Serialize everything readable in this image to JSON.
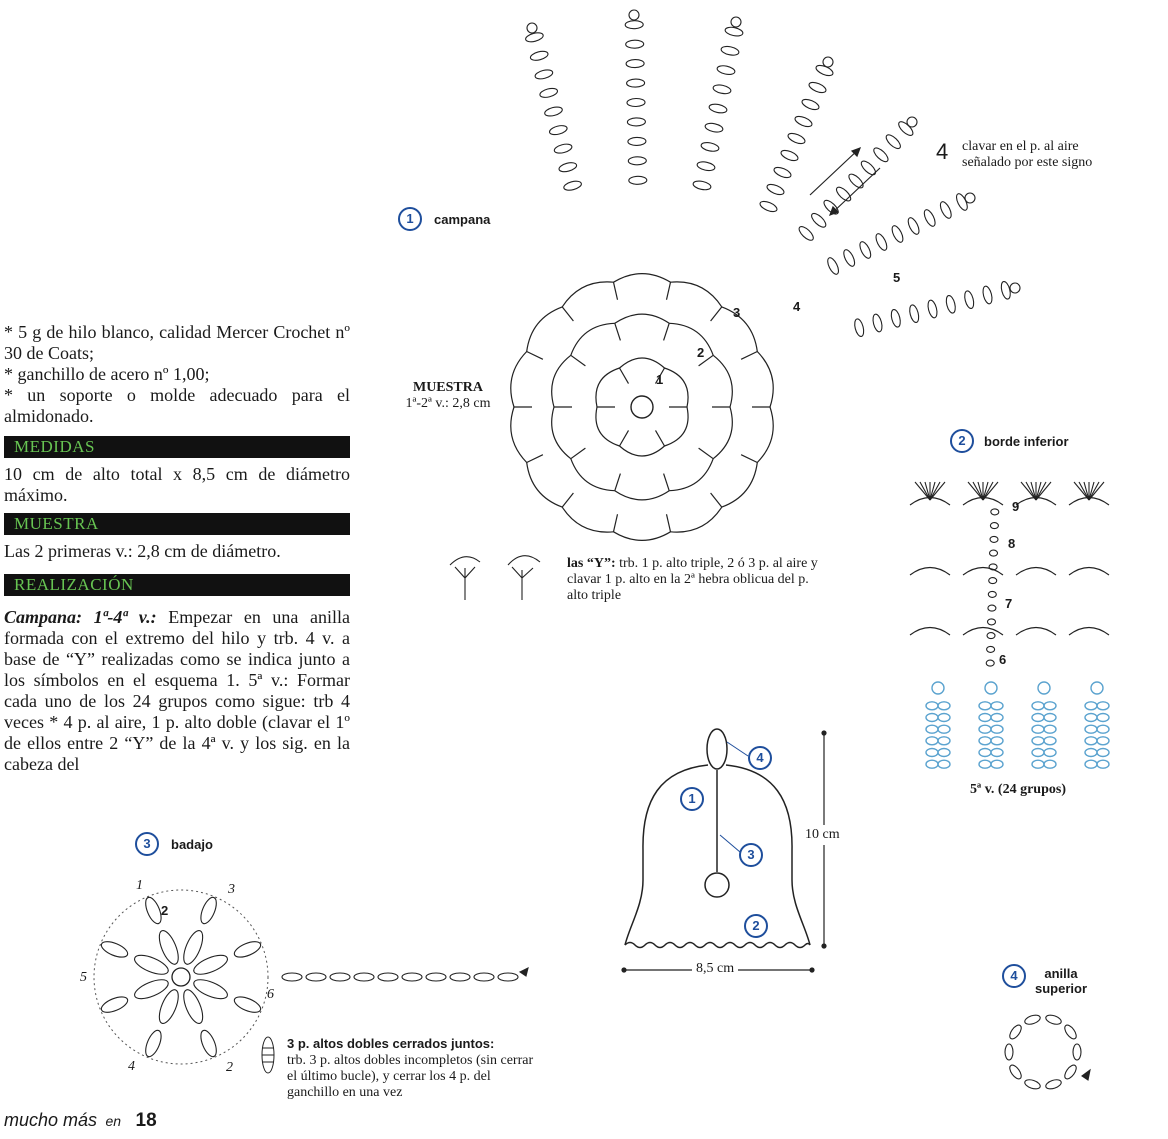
{
  "materials": {
    "line1": "* 5 g de hilo blanco, calidad Mercer Crochet nº 30 de Coats;",
    "line2": "* ganchillo de acero nº 1,00;",
    "line3": "* un soporte o molde adecuado para el almidonado."
  },
  "sections": {
    "medidas_title": "MEDIDAS",
    "medidas_text": "10 cm de alto total x 8,5 cm de diámetro máximo.",
    "muestra_title": "MUESTRA",
    "muestra_text": "Las 2 primeras v.: 2,8 cm de diámetro.",
    "realizacion_title": "REALIZACIÓN",
    "realizacion_lead": "Campana: 1ª-4ª v.:",
    "realizacion_text": "Empezar en una anilla formada con el extremo del hilo y trb. 4 v. a base de “Y” realizadas como se indica junto a los símbolos en el esquema 1. 5ª v.: Formar cada uno de los 24 grupos como sigue: trb 4 veces * 4 p. al aire, 1 p. alto doble (clavar el 1º de ellos entre 2 “Y” de la 4ª v. y los sig. en la cabeza del"
  },
  "diagrams": {
    "d1_num": "1",
    "d1_title": "campana",
    "d1_muestra_title": "MUESTRA",
    "d1_muestra_text": "1ª-2ª v.: 2,8 cm",
    "d1_round_labels": [
      "1",
      "2",
      "3",
      "4",
      "5"
    ],
    "d1_note_symbol": "4",
    "d1_note": "clavar en el p. al aire señalado por este signo",
    "y_note_lead": "las “Y”:",
    "y_note": "trb. 1 p. alto triple, 2 ó 3 p. al aire y clavar 1 p. alto en la 2ª hebra oblicua del p. alto triple",
    "d2_num": "2",
    "d2_title": "borde inferior",
    "d2_round_labels": [
      "6",
      "7",
      "8",
      "9"
    ],
    "d2_caption": "5ª v. (24 grupos)",
    "d3_num": "3",
    "d3_title": "badajo",
    "d3_point_labels": [
      "1",
      "2",
      "3",
      "4",
      "5",
      "6",
      "2"
    ],
    "d3_note_title": "3 p. altos dobles cerrados juntos:",
    "d3_note": "trb. 3 p. altos dobles incompletos (sin cerrar el último bucle), y cerrar los 4 p. del ganchillo en una vez",
    "d4_num": "4",
    "d4_title": "anilla superior"
  },
  "bell": {
    "labels": [
      "1",
      "2",
      "3",
      "4"
    ],
    "height": "10 cm",
    "width": "8,5 cm"
  },
  "footer": {
    "brand": "mucho más",
    "en": "en",
    "page": "18"
  },
  "colors": {
    "accent_green": "#67c452",
    "badge_blue": "#1e4e9c",
    "chain_blue": "#5ba3cf"
  }
}
